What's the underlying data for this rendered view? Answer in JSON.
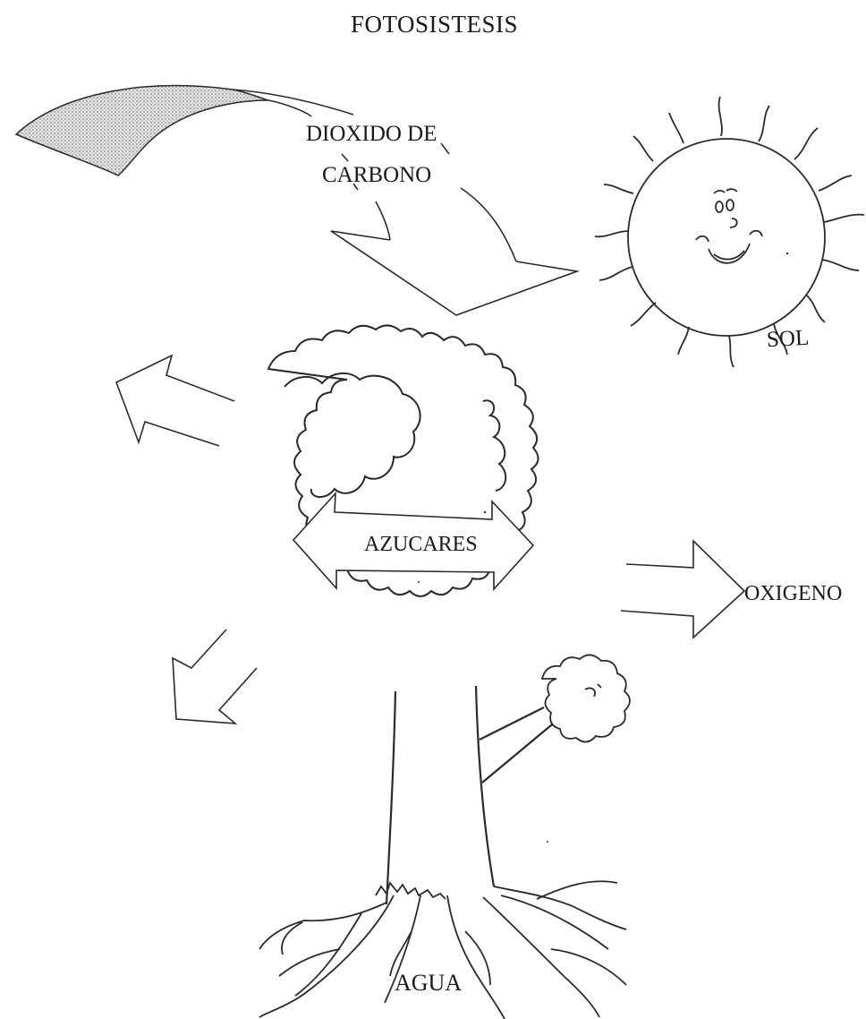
{
  "title": "FOTOSISTESIS",
  "labels": {
    "co2_line1": "DIOXIDO DE",
    "co2_line2": "CARBONO",
    "sun": "SOL",
    "sugars": "AZUCARES",
    "oxygen": "OXIGENO",
    "water": "AGUA"
  },
  "colors": {
    "ink": "#1a1a1a",
    "cloud_fill": "#c9c9c9",
    "paper": "#ffffff"
  },
  "icons": {
    "sun": "smiling-sun-icon",
    "tree": "tree-icon",
    "cloud": "cloud-icon",
    "small_tree": "small-tree-icon"
  }
}
